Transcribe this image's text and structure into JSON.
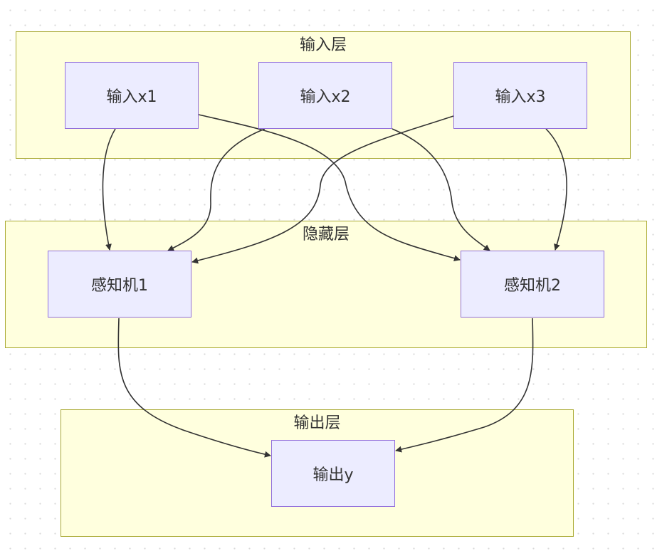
{
  "clusters": {
    "input": {
      "title": "输入层"
    },
    "hidden": {
      "title": "隐藏层"
    },
    "output": {
      "title": "输出层"
    }
  },
  "nodes": {
    "x1": "输入x1",
    "x2": "输入x2",
    "x3": "输入x3",
    "p1": "感知机1",
    "p2": "感知机2",
    "y": "输出y"
  },
  "edges": [
    {
      "from": "x1",
      "to": "p1"
    },
    {
      "from": "x1",
      "to": "p2"
    },
    {
      "from": "x2",
      "to": "p1"
    },
    {
      "from": "x2",
      "to": "p2"
    },
    {
      "from": "x3",
      "to": "p1"
    },
    {
      "from": "x3",
      "to": "p2"
    },
    {
      "from": "p1",
      "to": "y"
    },
    {
      "from": "p2",
      "to": "y"
    }
  ],
  "colors": {
    "cluster_fill": "#ffffde",
    "cluster_border": "#aaaa33",
    "node_fill": "#ececff",
    "node_border": "#9370db",
    "edge": "#333333",
    "text": "#333333"
  }
}
